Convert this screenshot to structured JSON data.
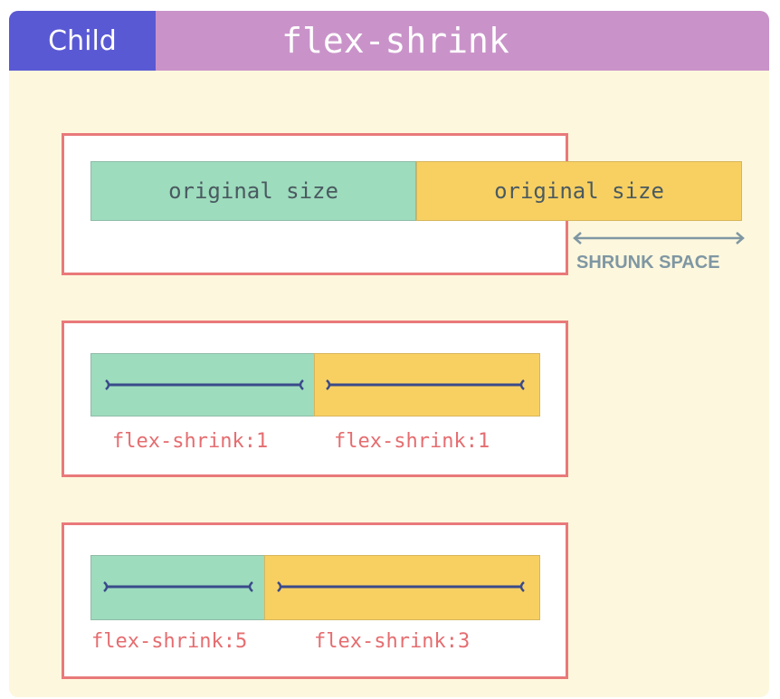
{
  "header": {
    "tab_label": "Child",
    "title": "flex-shrink"
  },
  "diagram1": {
    "item1_label": "original size",
    "item2_label": "original size",
    "shrunk_label": "SHRUNK SPACE"
  },
  "diagram2": {
    "item1_label": "flex-shrink:1",
    "item2_label": "flex-shrink:1"
  },
  "diagram3": {
    "item1_label": "flex-shrink:5",
    "item2_label": "flex-shrink:3"
  },
  "colors": {
    "header_bg": "#c993c9",
    "tab_bg": "#5a59d4",
    "card_bg": "#fdf7dd",
    "container_border": "#e9797a",
    "green_item": "#9ddcbd",
    "yellow_item": "#f8d062",
    "measure_line": "#3a4a8a",
    "label_red": "#e56d70",
    "shrunk_gray": "#7f97a3"
  }
}
